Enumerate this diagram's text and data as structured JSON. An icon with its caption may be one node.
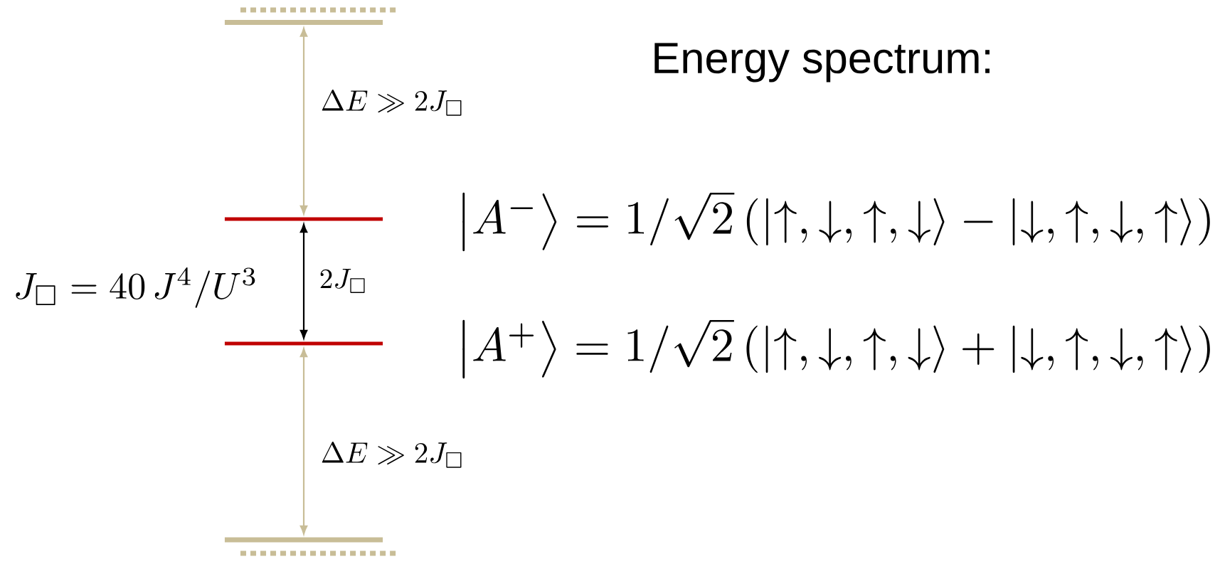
{
  "diagram": {
    "title": "Energy spectrum:",
    "nodes": [
      {
        "text": [],
        "shape": "bar"
      },
      {
        "text": [],
        "shape": "bar",
        "beside": [
          "\\bigl|A^{-}\\bigr\\rangle = 1/\\sqrt{2}\\,(|{\\uparrow},{\\downarrow},{\\uparrow},{\\downarrow}\\rangle - |{\\downarrow},{\\uparrow},{\\downarrow},{\\uparrow}\\rangle)"
        ]
      },
      {
        "text": [],
        "shape": "bar",
        "beside": [
          "\\bigl|A^{+}\\bigr\\rangle = 1/\\sqrt{2}\\,(|{\\uparrow},{\\downarrow},{\\uparrow},{\\downarrow}\\rangle + |{\\downarrow},{\\uparrow},{\\downarrow},{\\uparrow}\\rangle)"
        ]
      },
      {
        "text": [],
        "shape": "bar"
      }
    ],
    "edges": [
      {
        "from": 0,
        "to": 1,
        "arrow": "both",
        "label": "\\Delta E \\gg 2J_{\\square}",
        "color": "#c8bd97"
      },
      {
        "from": 1,
        "to": 2,
        "arrow": "both",
        "label": "2J_{\\square}",
        "color": "#000000"
      },
      {
        "from": 2,
        "to": 3,
        "arrow": "both",
        "label": "\\Delta E \\gg 2J_{\\square}",
        "color": "#c8bd97"
      }
    ],
    "labels": [
      "J_{\\square} = 40\\,J^{4}/U^{3}"
    ]
  }
}
